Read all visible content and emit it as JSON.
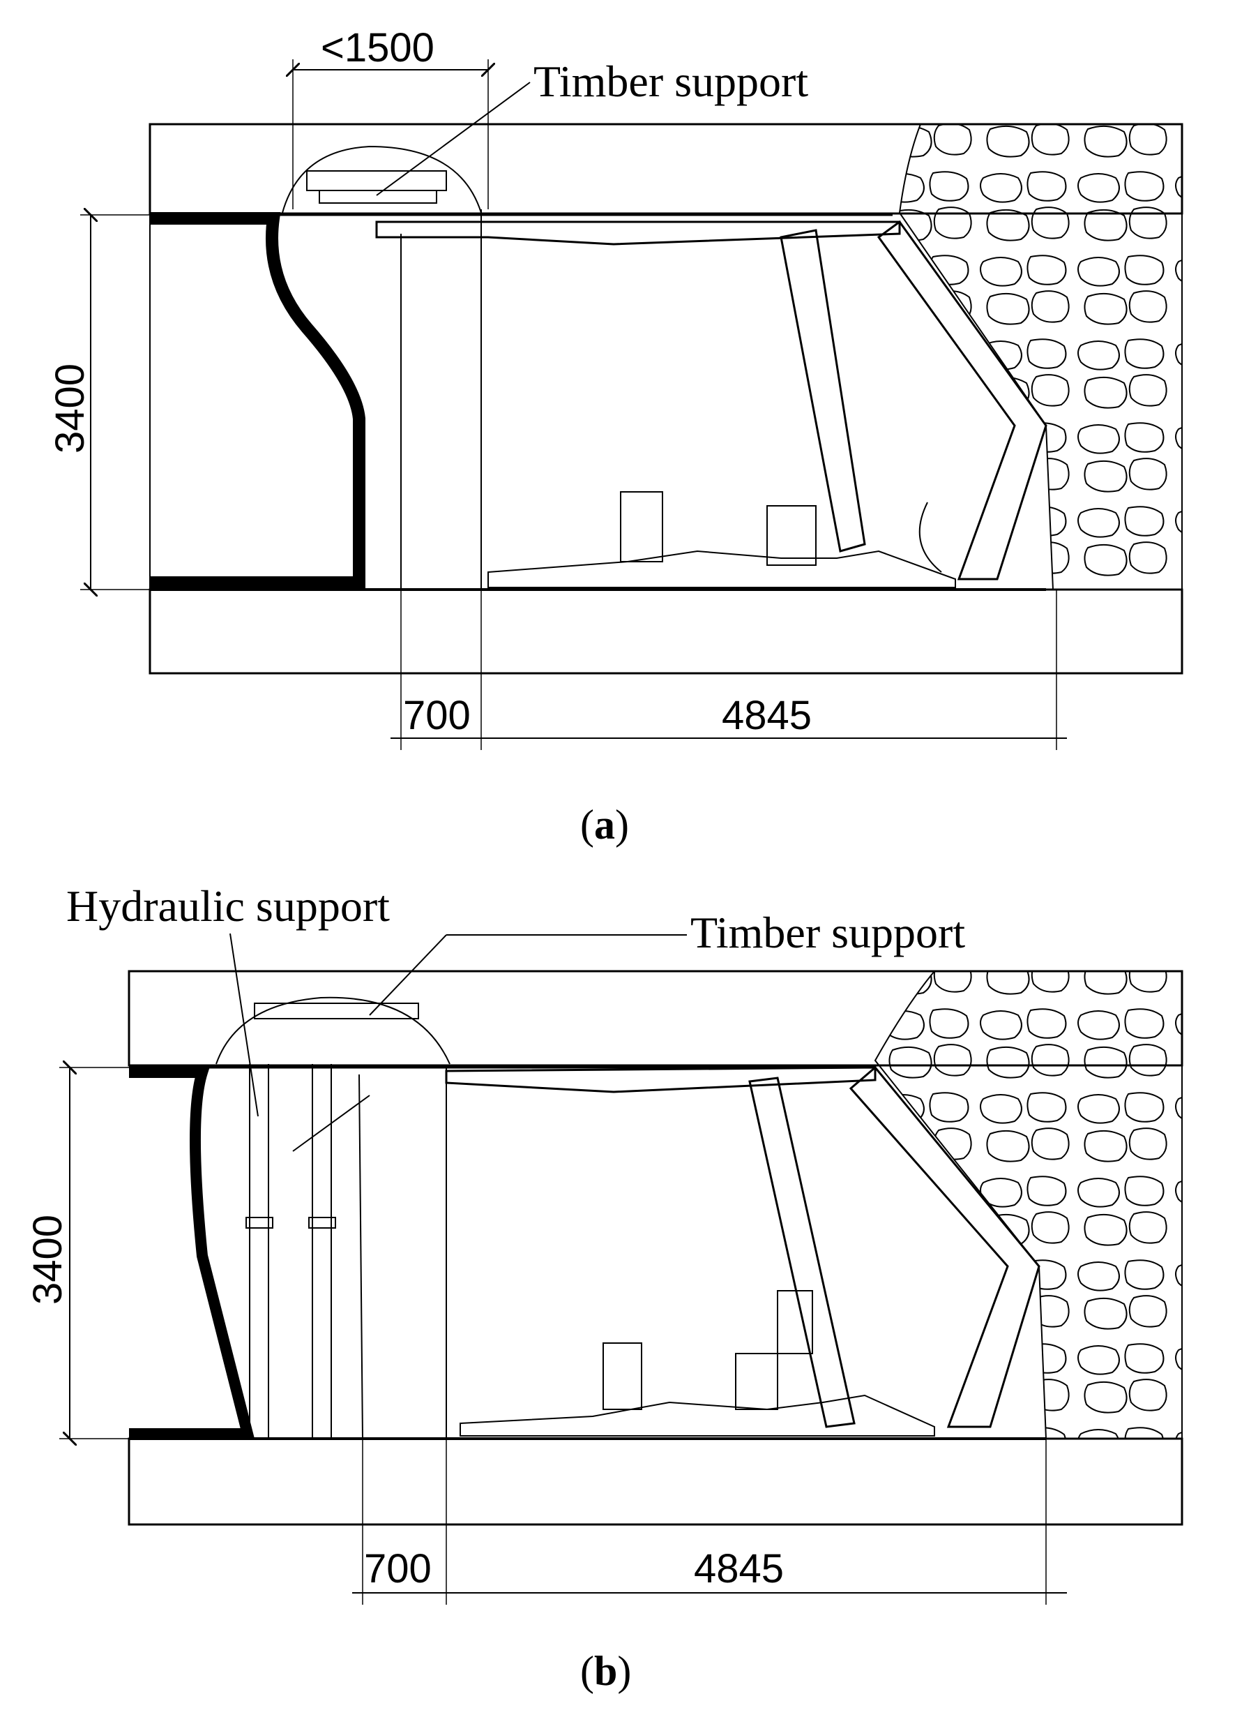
{
  "figures": [
    {
      "id": "a",
      "caption_letter": "a",
      "labels": {
        "timber": "Timber support"
      },
      "dims": {
        "top": "<1500",
        "left": "3400",
        "bottom_small": "700",
        "bottom_large": "4845"
      }
    },
    {
      "id": "b",
      "caption_letter": "b",
      "labels": {
        "hydraulic": "Hydraulic support",
        "timber": "Timber support"
      },
      "dims": {
        "left": "3400",
        "bottom_small": "700",
        "bottom_large": "4845"
      }
    }
  ]
}
